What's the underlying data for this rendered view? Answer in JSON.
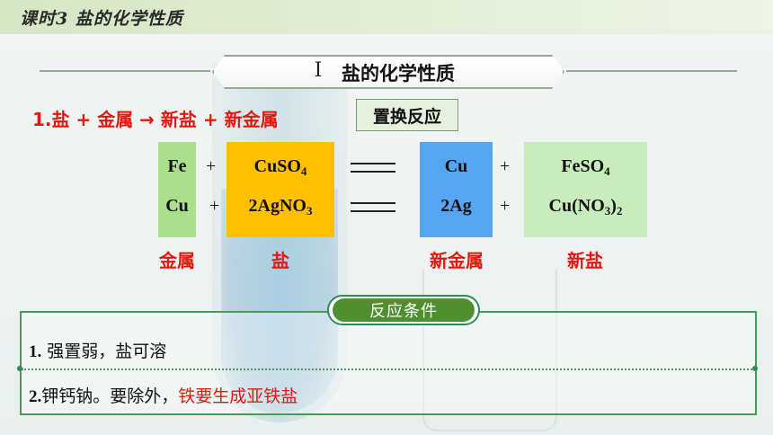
{
  "header": {
    "title": "课时3  盐的化学性质"
  },
  "section": {
    "roman": "Ⅰ",
    "title": "盐的化学性质"
  },
  "rule": {
    "text": "1.盐 + 金属 → 新盐 + 新金属",
    "type_label": "置换反应"
  },
  "equations": [
    {
      "metal": "Fe",
      "salt": [
        "CuSO",
        "4",
        ""
      ],
      "new_metal": "Cu",
      "new_salt": [
        "FeSO",
        "4",
        ""
      ]
    },
    {
      "metal": "Cu",
      "salt": [
        "2AgNO",
        "3",
        ""
      ],
      "new_metal": "2Ag",
      "new_salt": [
        "Cu(NO",
        "3",
        ")",
        "2"
      ]
    }
  ],
  "plus": "+",
  "labels": {
    "metal": "金属",
    "salt": "盐",
    "new_metal": "新金属",
    "new_salt": "新盐"
  },
  "conditions": {
    "title": "反应条件",
    "line1_num": "1.",
    "line1_text": " 强置弱，盐可溶",
    "line2_num": "2.",
    "line2_black": "钾钙钠。要除外，",
    "line2_red": "铁要生成亚铁盐"
  },
  "colors": {
    "metal": "#a9df8d",
    "salt": "#ffc000",
    "new_metal": "#56a5f2",
    "new_salt": "#c9ecbd",
    "accent_red": "#e3170d",
    "green": "#4f8f2f"
  }
}
